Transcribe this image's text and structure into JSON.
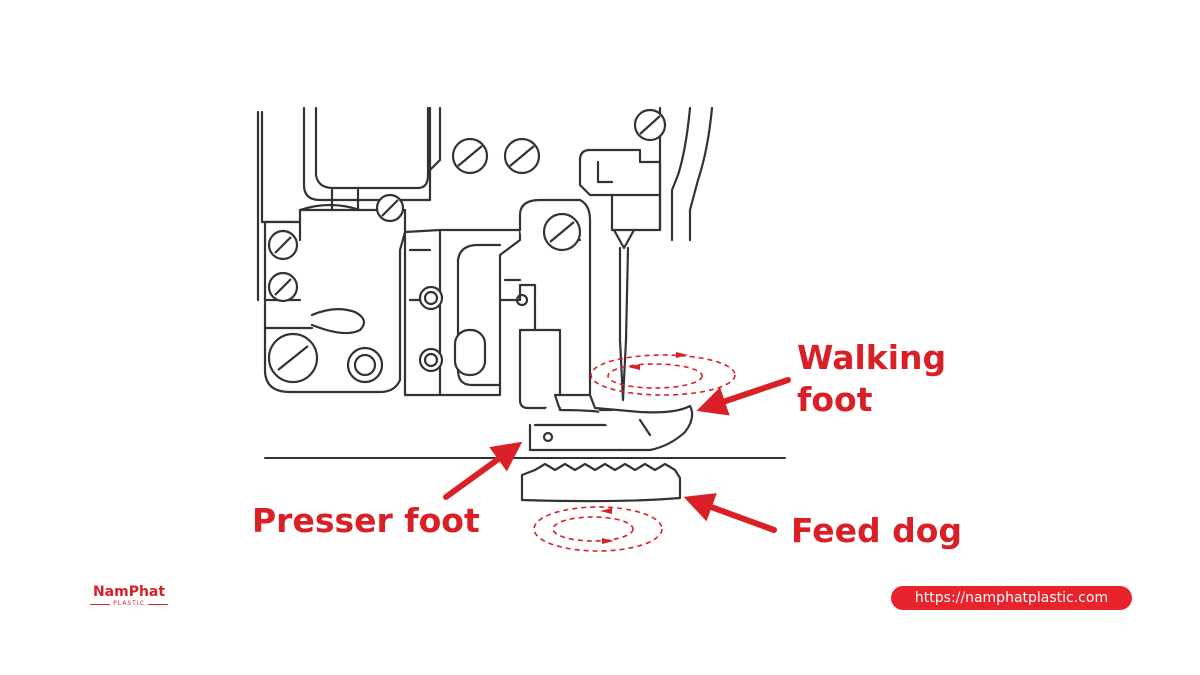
{
  "labels": {
    "walking_foot_line1": "Walking",
    "walking_foot_line2": "foot",
    "presser_foot": "Presser foot",
    "feed_dog": "Feed dog"
  },
  "brand": {
    "name": "NamPhat",
    "tagline": "PLASTIC",
    "url": "https://namphatplastic.com"
  },
  "colors": {
    "accent": "#d92027",
    "ink": "#333333"
  },
  "icons": [
    "screw-icon",
    "needle-icon",
    "motion-loop-icon",
    "arrow-icon"
  ]
}
